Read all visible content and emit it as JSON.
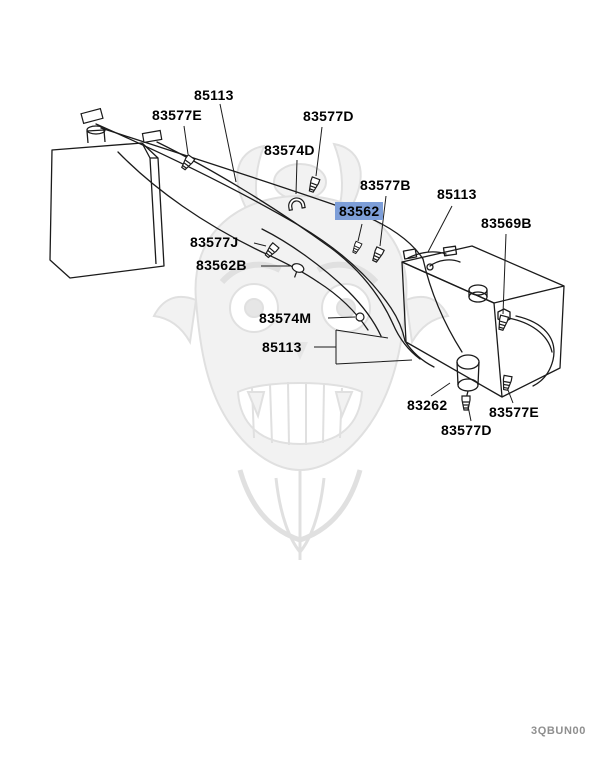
{
  "diagram": {
    "code": "3QBUN00",
    "highlight_color": "#7d9ed8",
    "line_color": "#1b1b1b"
  },
  "labels": [
    {
      "id": "85113-top",
      "text": "85113",
      "highlighted": false
    },
    {
      "id": "83577E-upper",
      "text": "83577E",
      "highlighted": false
    },
    {
      "id": "83577D-upper",
      "text": "83577D",
      "highlighted": false
    },
    {
      "id": "83574D",
      "text": "83574D",
      "highlighted": false
    },
    {
      "id": "83577B",
      "text": "83577B",
      "highlighted": false
    },
    {
      "id": "83562",
      "text": "83562",
      "highlighted": true
    },
    {
      "id": "85113-right",
      "text": "85113",
      "highlighted": false
    },
    {
      "id": "83569B",
      "text": "83569B",
      "highlighted": false
    },
    {
      "id": "83577J",
      "text": "83577J",
      "highlighted": false
    },
    {
      "id": "83562B",
      "text": "83562B",
      "highlighted": false
    },
    {
      "id": "83574M",
      "text": "83574M",
      "highlighted": false
    },
    {
      "id": "85113-mid",
      "text": "85113",
      "highlighted": false
    },
    {
      "id": "83262",
      "text": "83262",
      "highlighted": false
    },
    {
      "id": "83577E-lower",
      "text": "83577E",
      "highlighted": false
    },
    {
      "id": "83577D-lower",
      "text": "83577D",
      "highlighted": false
    }
  ]
}
